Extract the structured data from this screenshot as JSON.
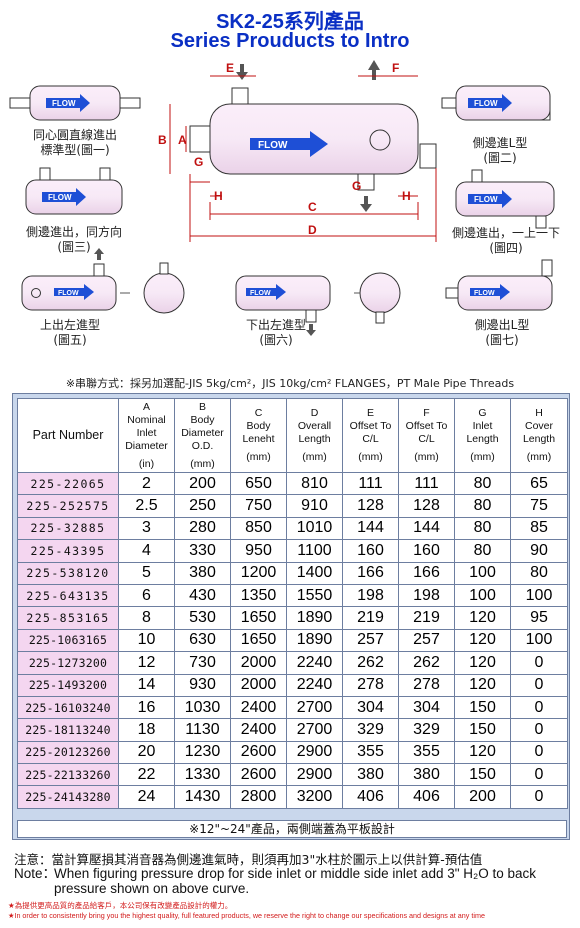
{
  "title_cn": "SK2-25系列產品",
  "title_en": "Series Prouducts to Intro",
  "diagram": {
    "flow_label": "FLOW",
    "captions": {
      "fig1_line1": "同心圓直線進出",
      "fig1_line2": "標準型(圖一)",
      "fig2_line1": "側邊進L型",
      "fig2_line2": "(圖二)",
      "fig3_line1": "側邊進出，同方向",
      "fig3_line2": "(圖三)",
      "fig4_line1": "側邊進出，一上一下",
      "fig4_line2": "(圖四)",
      "fig5_line1": "上出左進型",
      "fig5_line2": "(圖五)",
      "fig6_line1": "下出左進型",
      "fig6_line2": "(圖六)",
      "fig7_line1": "側邊出L型",
      "fig7_line2": "(圖七)"
    },
    "dimension_letters": {
      "a": "A",
      "b": "B",
      "c": "C",
      "d": "D",
      "e": "E",
      "f": "F",
      "g": "G",
      "g2": "G",
      "h": "H",
      "h2": "H"
    }
  },
  "note_top": "※串聯方式：採另加選配-JIS 5kg/cm²，JIS 10kg/cm² FLANGES，PT Male Pipe Threads",
  "table": {
    "headers": [
      {
        "top": "",
        "label": "Part Number",
        "unit": ""
      },
      {
        "top": "A",
        "label": "Nominal Inlet Diameter",
        "unit": "(in)"
      },
      {
        "top": "B",
        "label": "Body Diameter O.D.",
        "unit": "(mm)"
      },
      {
        "top": "C",
        "label": "Body Leneht",
        "unit": "(mm)"
      },
      {
        "top": "D",
        "label": "Overall Length",
        "unit": "(mm)"
      },
      {
        "top": "E",
        "label": "Offset To C/L",
        "unit": "(mm)"
      },
      {
        "top": "F",
        "label": "Offset To C/L",
        "unit": "(mm)"
      },
      {
        "top": "G",
        "label": "Inlet Length",
        "unit": "(mm)"
      },
      {
        "top": "H",
        "label": "Cover Length",
        "unit": "(mm)"
      }
    ],
    "rows": [
      [
        "225-22065",
        "2",
        "200",
        "650",
        "810",
        "111",
        "111",
        "80",
        "65"
      ],
      [
        "225-252575",
        "2.5",
        "250",
        "750",
        "910",
        "128",
        "128",
        "80",
        "75"
      ],
      [
        "225-32885",
        "3",
        "280",
        "850",
        "1010",
        "144",
        "144",
        "80",
        "85"
      ],
      [
        "225-43395",
        "4",
        "330",
        "950",
        "1100",
        "160",
        "160",
        "80",
        "90"
      ],
      [
        "225-538120",
        "5",
        "380",
        "1200",
        "1400",
        "166",
        "166",
        "100",
        "80"
      ],
      [
        "225-643135",
        "6",
        "430",
        "1350",
        "1550",
        "198",
        "198",
        "100",
        "100"
      ],
      [
        "225-853165",
        "8",
        "530",
        "1650",
        "1890",
        "219",
        "219",
        "120",
        "95"
      ],
      [
        "225-1063165",
        "10",
        "630",
        "1650",
        "1890",
        "257",
        "257",
        "120",
        "100"
      ],
      [
        "225-1273200",
        "12",
        "730",
        "2000",
        "2240",
        "262",
        "262",
        "120",
        "0"
      ],
      [
        "225-1493200",
        "14",
        "930",
        "2000",
        "2240",
        "278",
        "278",
        "120",
        "0"
      ],
      [
        "225-16103240",
        "16",
        "1030",
        "2400",
        "2700",
        "304",
        "304",
        "150",
        "0"
      ],
      [
        "225-18113240",
        "18",
        "1130",
        "2400",
        "2700",
        "329",
        "329",
        "150",
        "0"
      ],
      [
        "225-20123260",
        "20",
        "1230",
        "2600",
        "2900",
        "355",
        "355",
        "120",
        "0"
      ],
      [
        "225-22133260",
        "22",
        "1330",
        "2600",
        "2900",
        "380",
        "380",
        "150",
        "0"
      ],
      [
        "225-24143280",
        "24",
        "1430",
        "2800",
        "3200",
        "406",
        "406",
        "200",
        "0"
      ]
    ],
    "footnote": "※12\"~24\"產品，兩側端蓋為平板設計"
  },
  "note_cn": "注意：當計算壓損其消音器為側邊進氣時，則須再加3\"水柱於圖示上以供計算-預估值",
  "note_en_label": "Note：",
  "note_en_text": "When figuring pressure drop for side inlet or middle side inlet add 3\" H₂O to back pressure shown on above curve.",
  "disclaimer_cn": "★為提供更高品質的產品給客戶，本公司保有改變產品設計的權力。",
  "disclaimer_en": "★In order to consistently bring you the highest quality, full featured products, we reserve the right to change our specifications and designs at any time",
  "colors": {
    "title_blue": "#0a2fc4",
    "tank_fill": "#f7e9f6",
    "flow_arrow": "#1e4fd6",
    "dimension_red": "#c01010",
    "part_number_cell": "#f4d6f0",
    "table_frame": "#c9d7ec",
    "disclaimer_red": "#d21b1b"
  }
}
